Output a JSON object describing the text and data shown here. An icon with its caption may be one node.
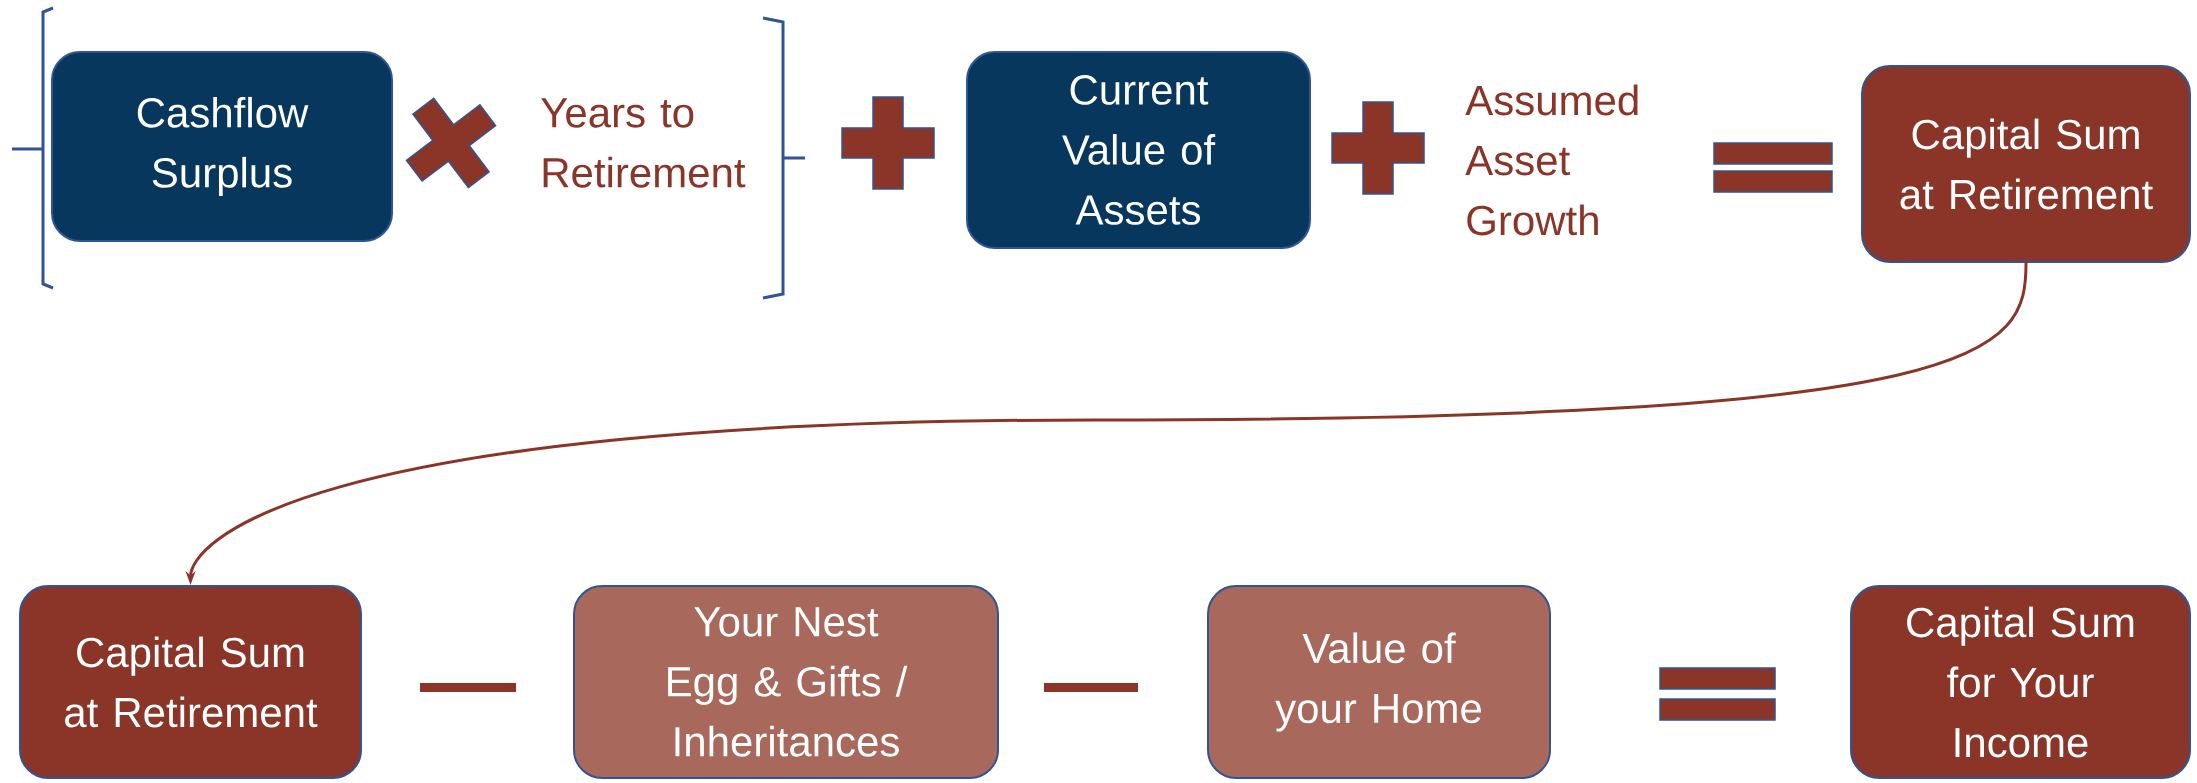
{
  "diagram": {
    "nodes": [
      {
        "text": [
          "Cashflow Surplus"
        ]
      },
      {
        "text": [
          "Current Value of Assets"
        ]
      },
      {
        "text": [
          "Capital Sum at Retirement"
        ]
      },
      {
        "text": [
          "Capital Sum at Retirement"
        ]
      },
      {
        "text": [
          "Your Nest Egg & Gifts / Inheritances"
        ]
      },
      {
        "text": [
          "Value of your Home"
        ]
      },
      {
        "text": [
          "Capital Sum for Your Income"
        ]
      }
    ],
    "edges": [
      {
        "from": 2,
        "to": 3,
        "arrow": "to"
      }
    ],
    "labels": [
      "Years to Retirement",
      "Assumed Asset Growth"
    ]
  }
}
